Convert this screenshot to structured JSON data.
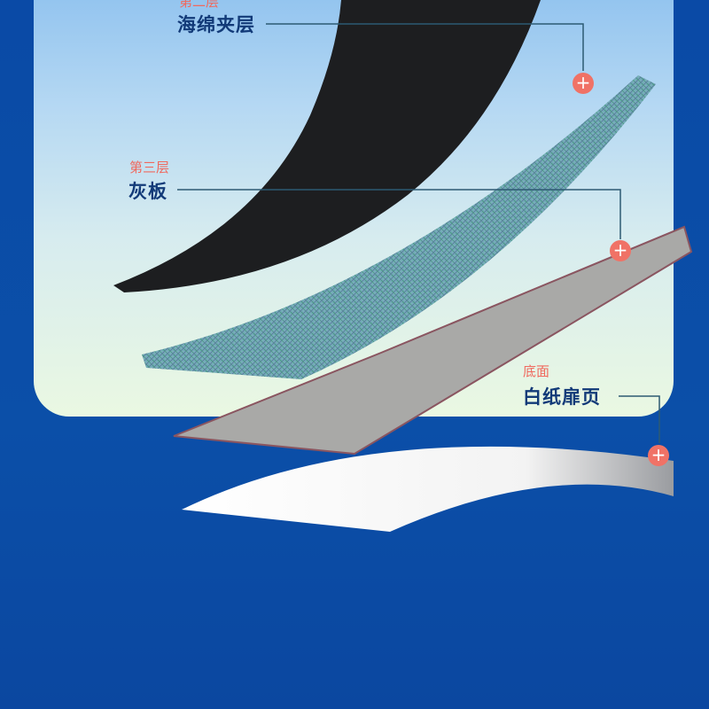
{
  "layers": [
    {
      "tag": "第二层",
      "name": "海绵夹层"
    },
    {
      "tag": "第三层",
      "name": "灰板"
    },
    {
      "tag": "底面",
      "name": "白纸扉页"
    }
  ],
  "plus_icon": "+",
  "colors": {
    "accent": "#f07266",
    "label": "#123a78",
    "background": "#0b4fa8"
  }
}
